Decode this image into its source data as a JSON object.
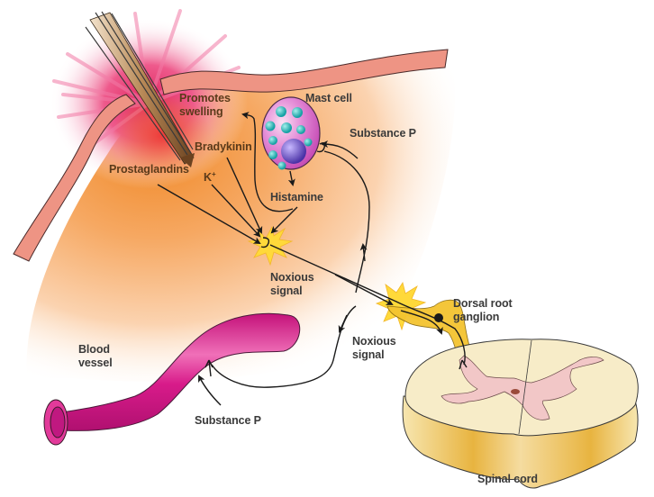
{
  "diagram": {
    "title": "Pain pathway: tissue injury to spinal cord",
    "colors": {
      "inflamed_tissue": "#f5a35a",
      "injury_glow": "#e8336e",
      "skin_layer": "#ee9484",
      "blood_vessel": "#d81b8a",
      "mast_cell": "#e27ad0",
      "granule": "#27b8b8",
      "nucleus": "#6a4cc0",
      "noxious_star": "#ffd93a",
      "ganglion": "#f4c430",
      "spinal_white_matter": "#f7ecc8",
      "spinal_gray_matter": "#f2c7c7",
      "spinal_side": "#eabd4a",
      "arrow": "#1a1a1a"
    },
    "labels": {
      "promotes": "Promotes",
      "swelling": "swelling",
      "mast_cell": "Mast cell",
      "substance_p_top": "Substance P",
      "bradykinin": "Bradykinin",
      "prostaglandins": "Prostaglandins",
      "k_plus": "K",
      "k_plus_sup": "+",
      "histamine": "Histamine",
      "noxious_1": "Noxious",
      "signal_1": "signal",
      "noxious_2": "Noxious",
      "signal_2": "signal",
      "dorsal_root": "Dorsal root",
      "ganglion": "ganglion",
      "blood": "Blood",
      "vessel": "vessel",
      "substance_p_bottom": "Substance P",
      "spinal_cord": "Spinal cord"
    }
  }
}
